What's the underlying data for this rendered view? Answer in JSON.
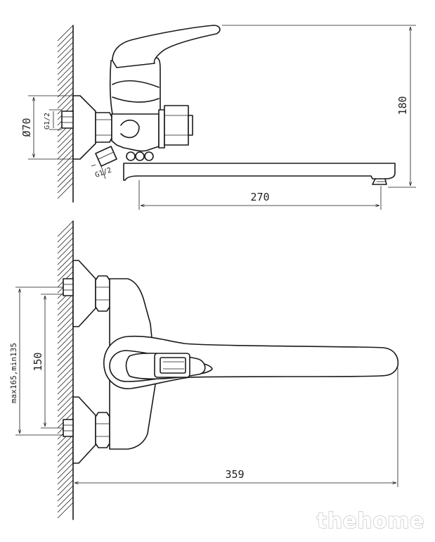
{
  "dimensions": {
    "spout_reach_top": "270",
    "height": "180",
    "flange_diameter": "Ø70",
    "thread_wall": "G1/2",
    "thread_aerator": "G1/2",
    "center_distance": "150",
    "center_range": "max165,min135",
    "total_reach": "359"
  },
  "watermark": "thehome",
  "colors": {
    "line": "#1a1a1a",
    "background": "#ffffff"
  }
}
